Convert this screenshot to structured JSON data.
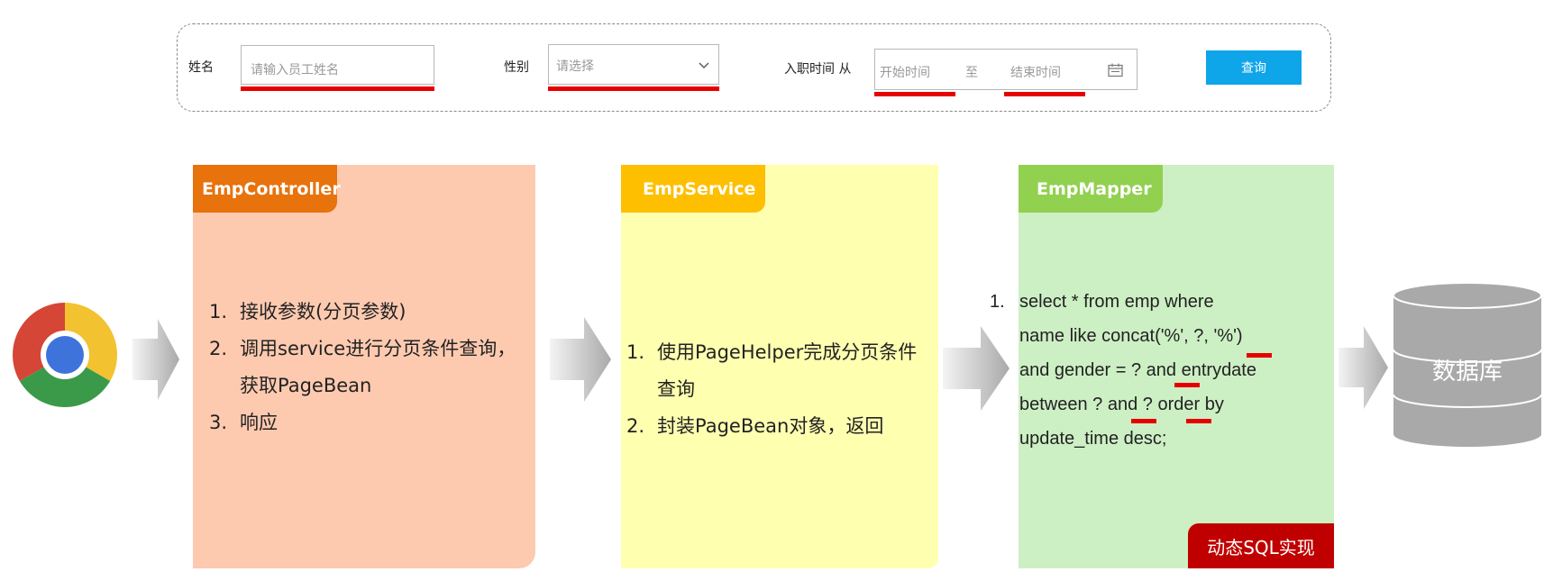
{
  "search": {
    "name_label": "姓名",
    "name_placeholder": "请输入员工姓名",
    "gender_label": "性别",
    "gender_placeholder": "请选择",
    "date_label": "入职时间 从",
    "date_start_placeholder": "开始时间",
    "date_separator": "至",
    "date_end_placeholder": "结束时间",
    "query_button": "查询"
  },
  "controller": {
    "title": "EmpController",
    "steps": [
      {
        "num": "1.",
        "text": "接收参数(分页参数)"
      },
      {
        "num": "2.",
        "text": "调用service进行分页条件查询，获取PageBean"
      },
      {
        "num": "3.",
        "text": "响应"
      }
    ]
  },
  "service": {
    "title": "EmpService",
    "steps": [
      {
        "num": "1.",
        "text": "使用PageHelper完成分页条件查询"
      },
      {
        "num": "2.",
        "text": "封装PageBean对象，返回"
      }
    ]
  },
  "mapper": {
    "title": "EmpMapper",
    "num": "1.",
    "sql_lines": [
      "select * from emp where",
      "name like concat('%', ?, '%')",
      "and gender = ? and entrydate",
      "between ? and ?  order by",
      "update_time desc;"
    ],
    "badge": "动态SQL实现"
  },
  "database": {
    "label": "数据库"
  },
  "colors": {
    "controller_tab": "#e8720c",
    "controller_body": "#fdcab0",
    "service_tab": "#fdbf00",
    "service_body": "#ffffb0",
    "mapper_tab": "#92d050",
    "mapper_body": "#cdefc4",
    "highlight": "#e60000",
    "query_button": "#0ea5e9",
    "badge": "#c00000"
  }
}
